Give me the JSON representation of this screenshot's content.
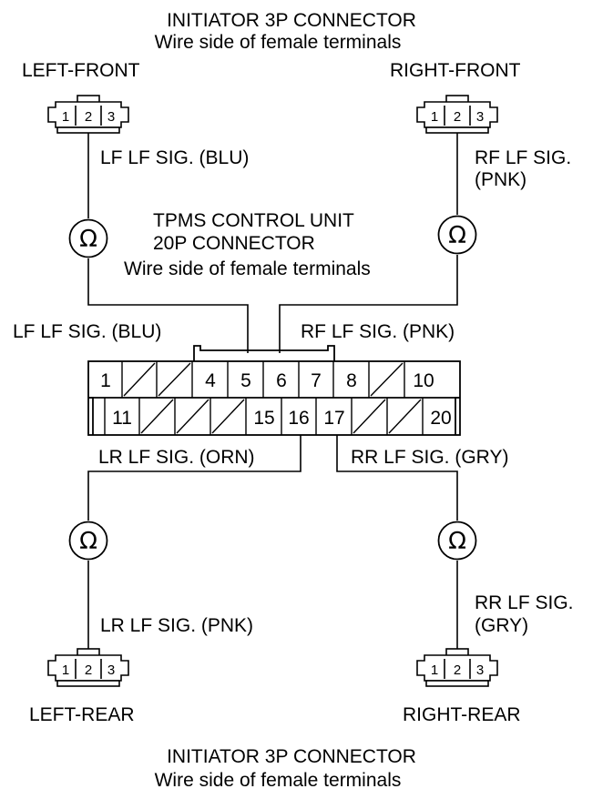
{
  "top": {
    "title": "INITIATOR 3P CONNECTOR",
    "subtitle": "Wire side of female terminals"
  },
  "bottom": {
    "title": "INITIATOR 3P CONNECTOR",
    "subtitle": "Wire side of female terminals"
  },
  "control_unit": {
    "line1": "TPMS CONTROL UNIT",
    "line2": "20P CONNECTOR",
    "line3": "Wire side of female terminals",
    "top_row": [
      "1",
      "",
      "",
      "4",
      "5",
      "6",
      "7",
      "8",
      "",
      "10"
    ],
    "bottom_row": [
      "11",
      "",
      "",
      "",
      "15",
      "16",
      "17",
      "",
      "",
      "20"
    ]
  },
  "connectors": {
    "left_front": {
      "name": "LEFT-FRONT",
      "pins": [
        "1",
        "2",
        "3"
      ]
    },
    "right_front": {
      "name": "RIGHT-FRONT",
      "pins": [
        "1",
        "2",
        "3"
      ]
    },
    "left_rear": {
      "name": "LEFT-REAR",
      "pins": [
        "1",
        "2",
        "3"
      ]
    },
    "right_rear": {
      "name": "RIGHT-REAR",
      "pins": [
        "1",
        "2",
        "3"
      ]
    }
  },
  "wires": {
    "lf_near": "LF LF SIG. (BLU)",
    "rf_near_1": "RF LF SIG.",
    "rf_near_2": "(PNK)",
    "lf_unit": "LF LF SIG. (BLU)",
    "rf_unit": "RF LF SIG. (PNK)",
    "lr_unit": "LR LF SIG. (ORN)",
    "rr_unit": "RR LF SIG. (GRY)",
    "lr_near": "LR LF SIG. (PNK)",
    "rr_near_1": "RR LF SIG.",
    "rr_near_2": "(GRY)"
  },
  "meter_symbol": "Ω"
}
